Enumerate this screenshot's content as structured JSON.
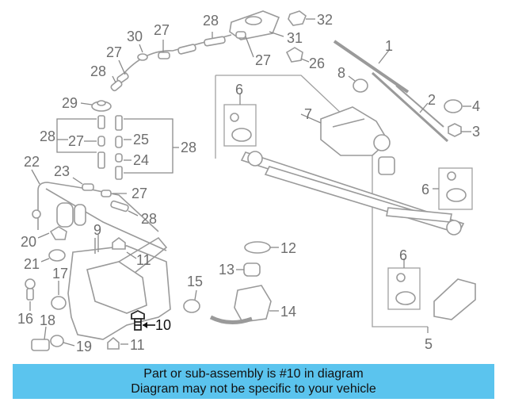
{
  "diagram": {
    "callouts": {
      "c1": "1",
      "c2": "2",
      "c3": "3",
      "c4": "4",
      "c5": "5",
      "c6a": "6",
      "c6b": "6",
      "c6c": "6",
      "c7": "7",
      "c8": "8",
      "c9": "9",
      "c10": "10",
      "c11a": "11",
      "c11b": "11",
      "c12": "12",
      "c13": "13",
      "c14": "14",
      "c15": "15",
      "c16": "16",
      "c17": "17",
      "c18": "18",
      "c19": "19",
      "c20": "20",
      "c21": "21",
      "c22": "22",
      "c23": "23",
      "c24": "24",
      "c25": "25",
      "c26": "26",
      "c27a": "27",
      "c27b": "27",
      "c27c": "27",
      "c27d": "27",
      "c27e": "27",
      "c28a": "28",
      "c28b": "28",
      "c28c": "28",
      "c28d": "28",
      "c28e": "28",
      "c29": "29",
      "c30": "30",
      "c31": "31",
      "c32": "32"
    },
    "highlight_color": "#111111",
    "line_color": "#9a9a9a"
  },
  "banner": {
    "line1": "Part or sub-assembly is #10 in diagram",
    "line2": "Diagram may not be specific to your vehicle",
    "background": "#5bc4ee"
  }
}
